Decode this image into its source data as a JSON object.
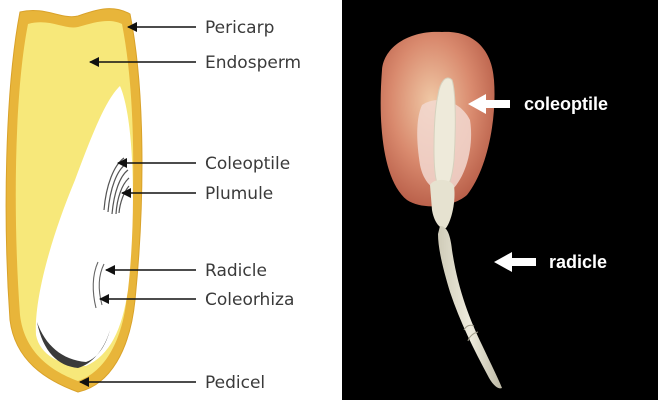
{
  "left_diagram": {
    "labels": {
      "pericarp": "Pericarp",
      "endosperm": "Endosperm",
      "coleoptile": "Coleoptile",
      "plumule": "Plumule",
      "radicle": "Radicle",
      "coleorhiza": "Coleorhiza",
      "pedicel": "Pedicel"
    }
  },
  "right_photo": {
    "labels": {
      "coleoptile": "coleoptile",
      "radicle": "radicle"
    }
  },
  "colors": {
    "pericarp": "#E8B53A",
    "endosperm": "#F7E87A",
    "embryo": "#FFFFFF",
    "background_left": "#FFFFFF",
    "background_right": "#000000",
    "kernel": "#D9836A",
    "seedling": "#E9E6D8"
  }
}
